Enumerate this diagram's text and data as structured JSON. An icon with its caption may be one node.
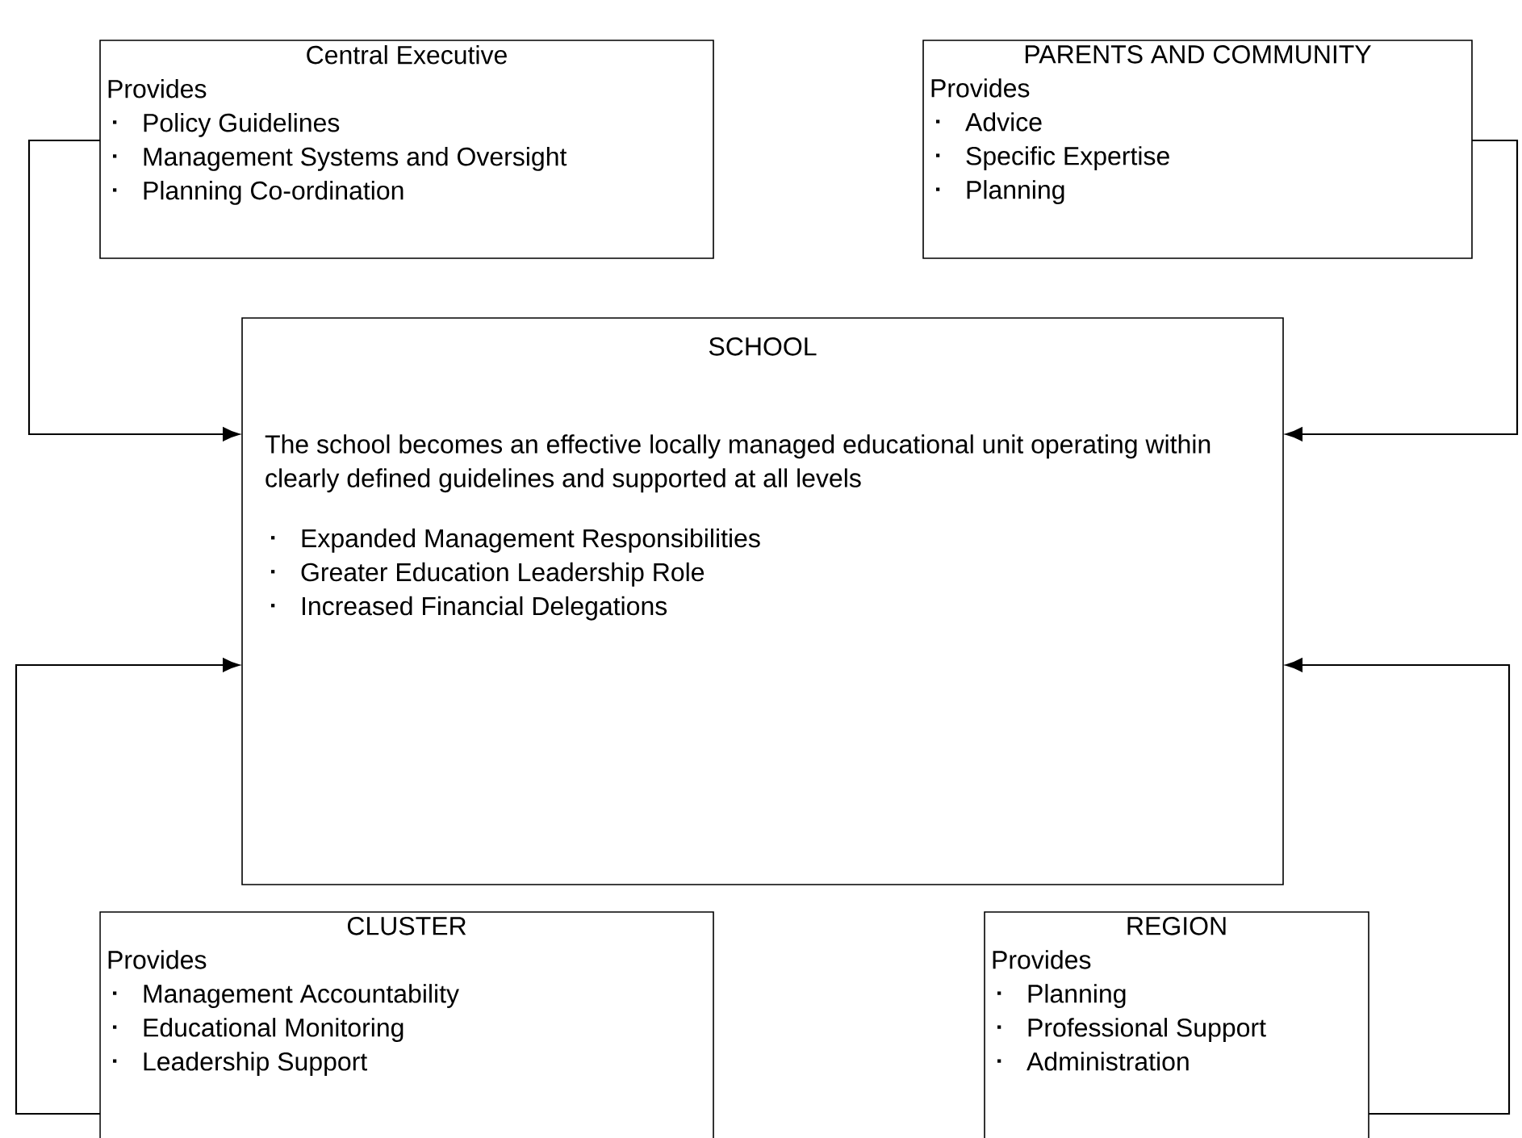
{
  "diagram": {
    "nodes": [
      {
        "text": [
          "Central Executive",
          "Provides",
          "Policy Guidelines",
          "Management Systems and Oversight",
          "Planning Co-ordination"
        ]
      },
      {
        "text": [
          "PARENTS AND COMMUNITY",
          "Provides",
          "Advice",
          "Specific Expertise",
          "Planning"
        ]
      },
      {
        "text": [
          "SCHOOL",
          "The school becomes an effective locally managed educational unit operating within clearly defined guidelines and supported at all levels",
          "Expanded Management Responsibilities",
          "Greater Education Leadership Role",
          "Increased Financial Delegations"
        ]
      },
      {
        "text": [
          "CLUSTER",
          "Provides",
          "Management Accountability",
          "Educational Monitoring",
          "Leadership Support"
        ]
      },
      {
        "text": [
          "REGION",
          "Provides",
          "Planning",
          "Professional Support",
          "Administration"
        ]
      }
    ],
    "edges": [
      {
        "from": 0,
        "to": 2,
        "arrow": "to"
      },
      {
        "from": 1,
        "to": 2,
        "arrow": "to"
      },
      {
        "from": 3,
        "to": 2,
        "arrow": "to"
      },
      {
        "from": 4,
        "to": 2,
        "arrow": "to"
      }
    ]
  }
}
